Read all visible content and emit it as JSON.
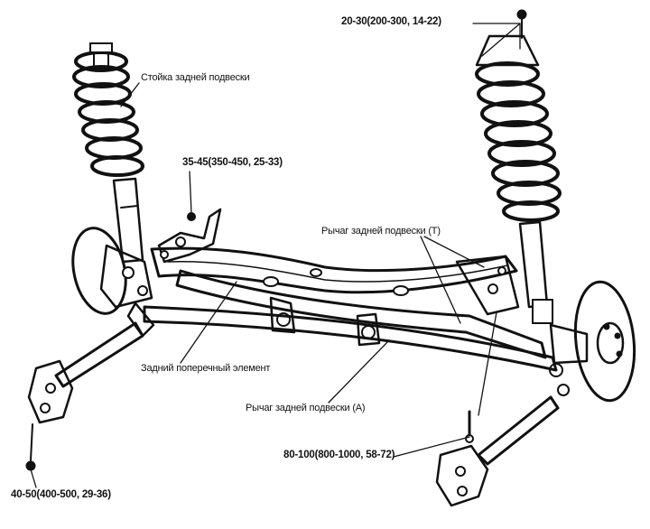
{
  "labels": {
    "torque_top_right": "20-30(200-300, 14-22)",
    "strut": "Стойка задней подвески",
    "torque_middle": "35-45(350-450, 25-33)",
    "trailing_arm_t": "Рычаг задней подвески (T)",
    "crossmember": "Задний поперечный элемент",
    "trailing_arm_a": "Рычаг задней подвески (A)",
    "torque_bottom_right": "80-100(800-1000, 58-72)",
    "torque_bottom_left": "40-50(400-500, 29-36)"
  },
  "colors": {
    "ink": "#111111",
    "background": "#ffffff"
  }
}
